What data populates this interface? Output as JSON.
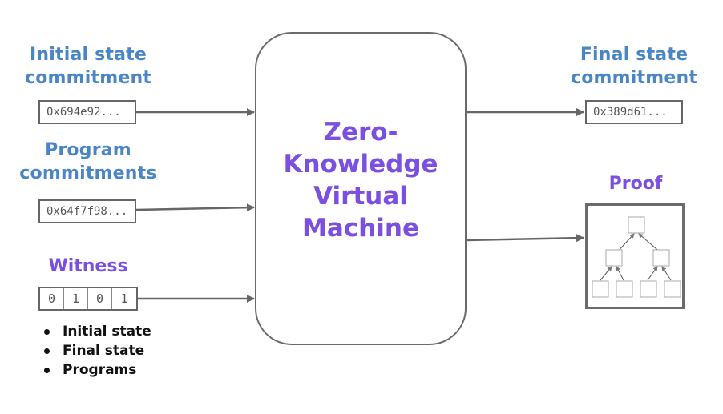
{
  "inputs": {
    "initial_state": {
      "title_line1": "Initial state",
      "title_line2": "commitment",
      "value": "0x694e92..."
    },
    "program": {
      "title_line1": "Program",
      "title_line2": "commitments",
      "value": "0x64f7f98..."
    },
    "witness": {
      "title": "Witness",
      "bits": [
        "0",
        "1",
        "0",
        "1"
      ]
    }
  },
  "witness_contents": [
    "Initial state",
    "Final state",
    "Programs"
  ],
  "zkvm": {
    "line1": "Zero-",
    "line2": "Knowledge",
    "line3": "Virtual",
    "line4": "Machine"
  },
  "outputs": {
    "final_state": {
      "title_line1": "Final state",
      "title_line2": "commitment",
      "value": "0x389d61..."
    },
    "proof": {
      "title": "Proof"
    }
  },
  "colors": {
    "blue": "#4a86c5",
    "purple": "#7b4fe0",
    "stroke": "#666666"
  }
}
